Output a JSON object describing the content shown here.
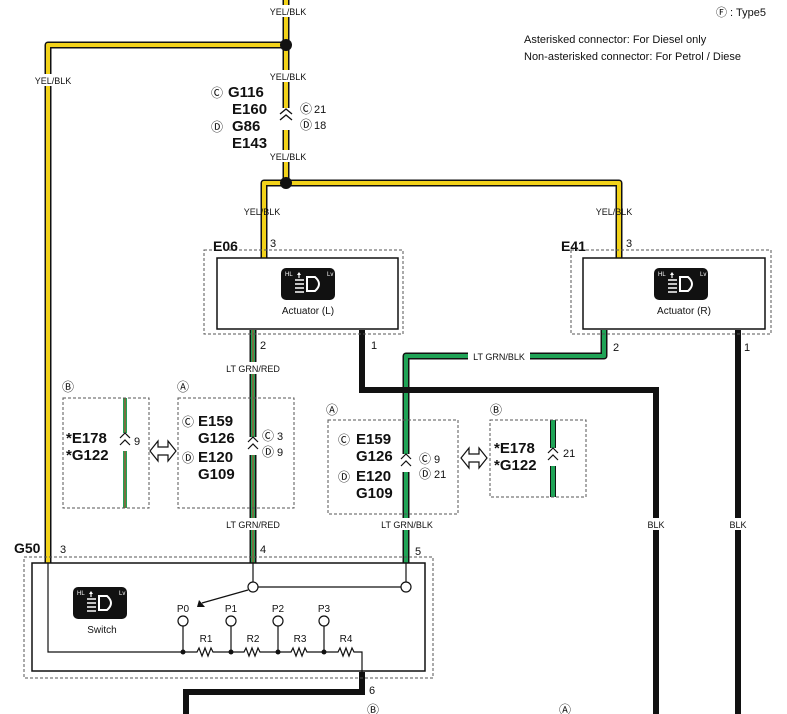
{
  "header": {
    "legend_f": "Ⓕ : Type5",
    "note_diesel": "Asterisked connector: For Diesel only",
    "note_petrol": "Non-asterisked connector: For Petrol / Diese"
  },
  "wires": {
    "yel_blk": "YEL/BLK",
    "lt_grn_red": "LT GRN/RED",
    "lt_grn_blk": "LT GRN/BLK",
    "blk": "BLK"
  },
  "joint_connector": {
    "c_code1": "G116",
    "c_code2": "E160",
    "d_code1": "G86",
    "d_code2": "E143",
    "c_pin": "21",
    "d_pin": "18"
  },
  "actuator_left": {
    "id": "E06",
    "label": "Actuator (L)",
    "pin_top": "3",
    "pin_green": "2",
    "pin_blk": "1"
  },
  "actuator_right": {
    "id": "E41",
    "label": "Actuator (R)",
    "pin_top": "3",
    "pin_green": "2",
    "pin_blk": "1"
  },
  "connectors": {
    "b_left": {
      "tag": "B",
      "code1": "*E178",
      "code2": "*G122",
      "pin": "9"
    },
    "a_left": {
      "tag": "A",
      "c_code1": "E159",
      "c_code2": "G126",
      "d_code1": "E120",
      "d_code2": "G109",
      "c_pin": "3",
      "d_pin": "9"
    },
    "a_right": {
      "tag": "A",
      "c_code1": "E159",
      "c_code2": "G126",
      "d_code1": "E120",
      "d_code2": "G109",
      "c_pin": "9",
      "d_pin": "21"
    },
    "b_right": {
      "tag": "B",
      "code1": "*E178",
      "code2": "*G122",
      "pin": "21"
    }
  },
  "switch": {
    "id": "G50",
    "label": "Switch",
    "pin_yel": "3",
    "pin_red": "4",
    "pin_blk": "5",
    "pin_gnd": "6",
    "positions": [
      "P0",
      "P1",
      "P2",
      "P3"
    ],
    "resistors": [
      "R1",
      "R2",
      "R3",
      "R4"
    ]
  },
  "icon": {
    "hl": "HL",
    "lv": "Lv"
  },
  "bottom_tags": {
    "b": "B",
    "a": "A"
  },
  "colors": {
    "yellow": "#f2d21a",
    "green": "#1fa356",
    "wire_black": "#111111"
  }
}
